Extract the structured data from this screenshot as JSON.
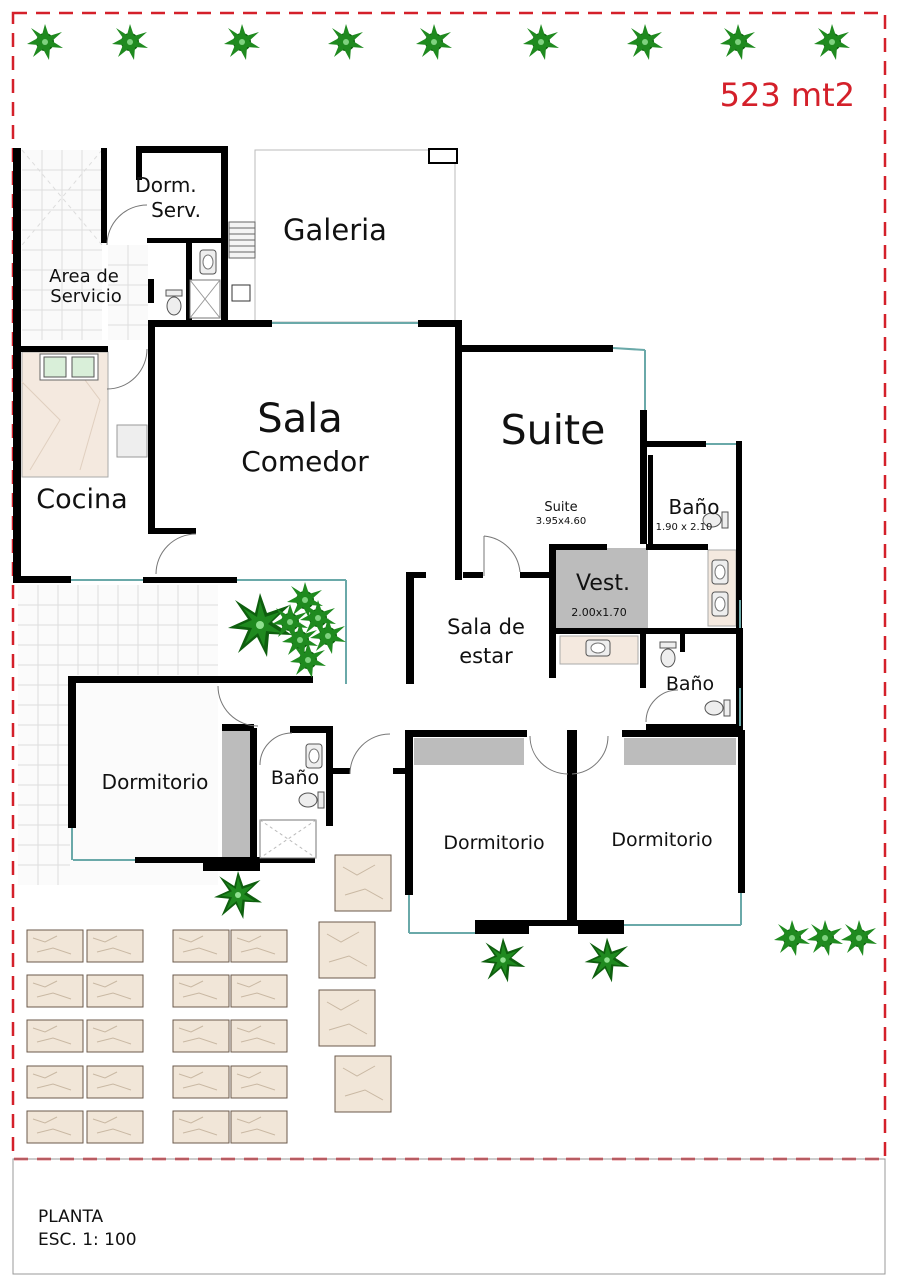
{
  "area_label": "523 mt2",
  "rooms": {
    "dorm_serv_1": "Dorm.",
    "dorm_serv_2": "Serv.",
    "galeria": "Galeria",
    "area_servicio_1": "Area de",
    "area_servicio_2": "Servicio",
    "sala": "Sala",
    "comedor": "Comedor",
    "suite": "Suite",
    "cocina": "Cocina",
    "suite_small": "Suite",
    "suite_dims": "3.95x4.60",
    "bano_suite": "Baño",
    "bano_suite_dims": "1.90 x 2.10",
    "vest": "Vest.",
    "vest_dims": "2.00x1.70",
    "sala_estar_1": "Sala de",
    "sala_estar_2": "estar",
    "bano_2": "Baño",
    "dormitorio_1": "Dormitorio",
    "bano_3": "Baño",
    "dormitorio_2": "Dormitorio",
    "dormitorio_3": "Dormitorio"
  },
  "footer": {
    "line1": "PLANTA",
    "line2": "ESC. 1: 100"
  },
  "colors": {
    "boundary": "#d4202a",
    "wall": "#000000",
    "window": "#6aa9a9",
    "plant": "#1f8a1f",
    "paver": "#f1e6d8"
  },
  "icons": [
    "tree-icon",
    "toilet-icon",
    "sink-icon",
    "shower-icon"
  ]
}
